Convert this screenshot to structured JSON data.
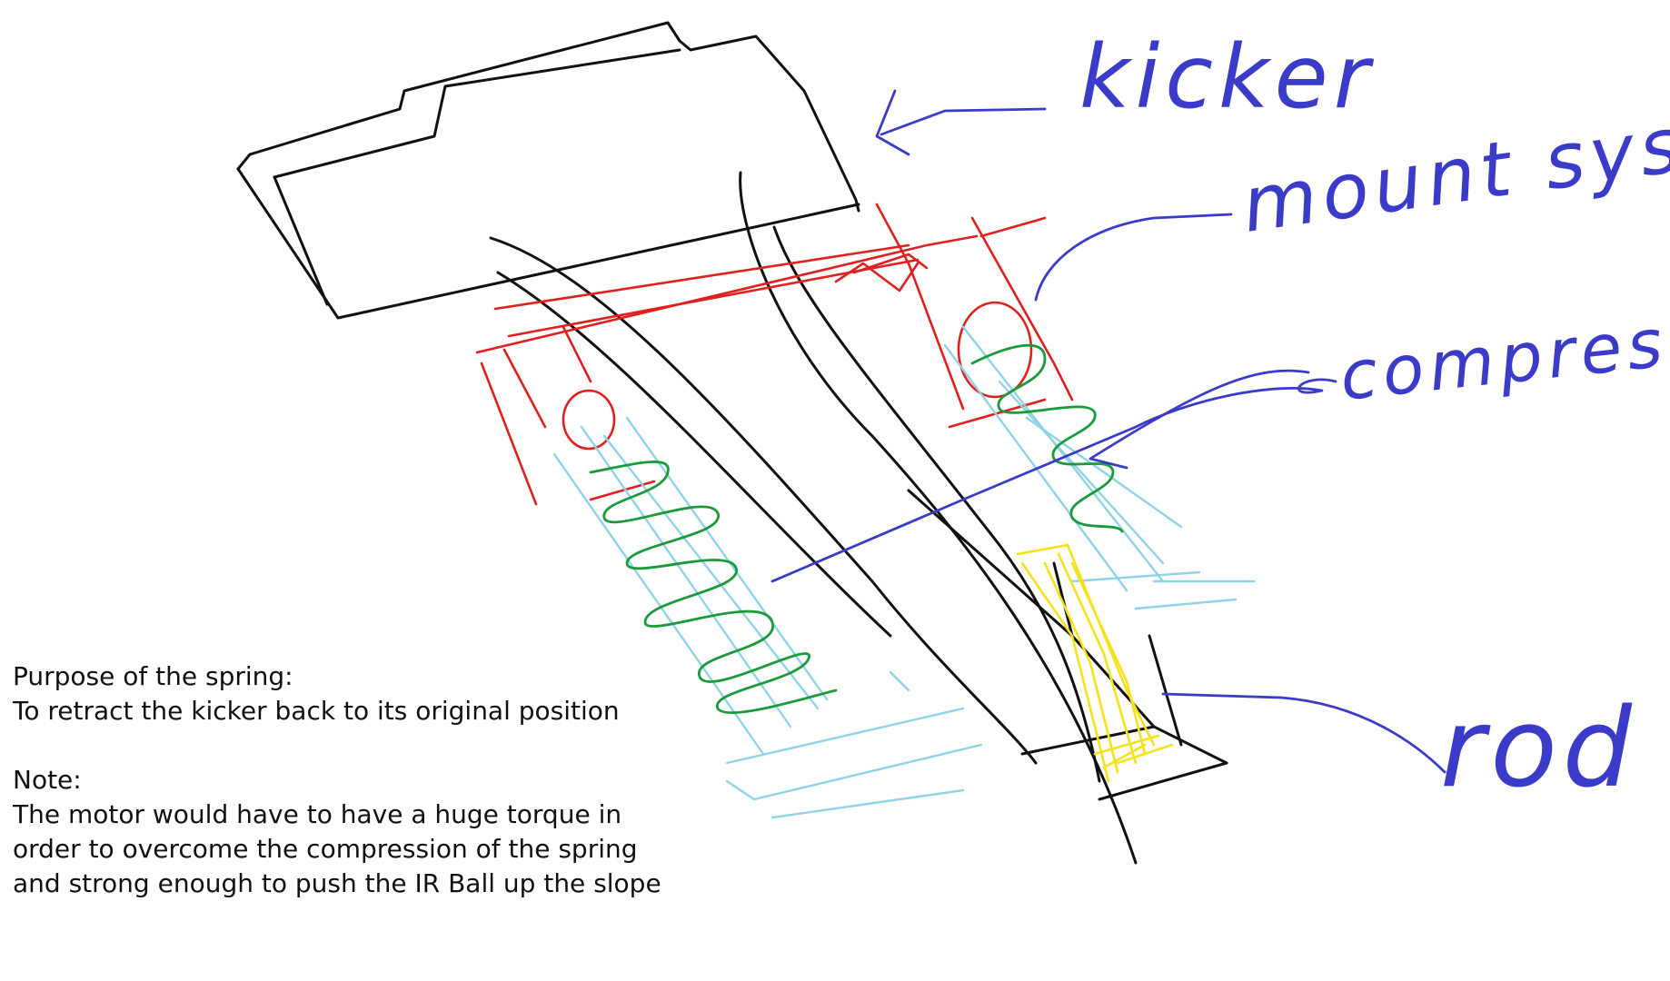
{
  "labels": {
    "kicker": "kicker",
    "mount_system": "mount system",
    "compression_springs": "compression springs",
    "rod": "rod"
  },
  "notes": {
    "purpose_heading": "Purpose of the spring:",
    "purpose_text": "To retract the kicker back to its original position",
    "note_heading": "Note:",
    "note_lines": [
      "The motor would have to have a huge torque in",
      "order to overcome the compression of the spring",
      "and strong enough to push the IR Ball up the slope"
    ]
  },
  "colors": {
    "ink": "#111111",
    "label_blue": "#3b3bc9",
    "mount_red": "#e0201e",
    "spring_green": "#1a9a3a",
    "guide_cyan": "#8fd3e6",
    "rod_yellow": "#f5e31a"
  }
}
